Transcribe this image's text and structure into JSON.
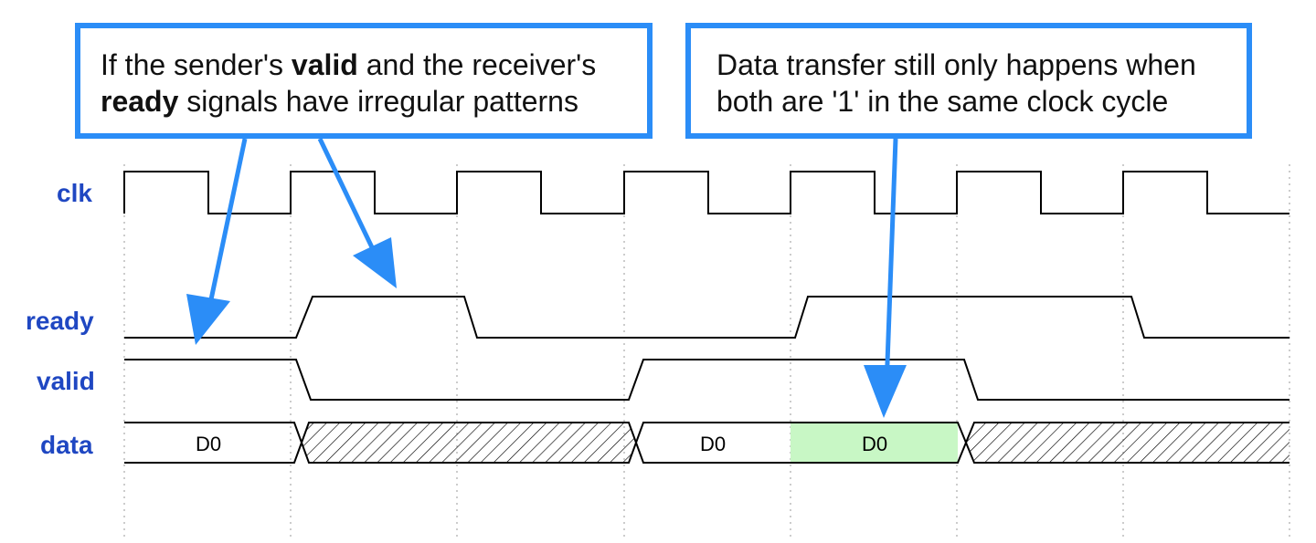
{
  "callouts": {
    "left": {
      "line1_pre": "If the sender's ",
      "line1_bold": "valid",
      "line1_post": " and the receiver's",
      "line2_bold": "ready",
      "line2_post": " signals have irregular patterns"
    },
    "right": {
      "line1": "Data transfer still only happens when",
      "line2": "both are '1' in the same clock cycle"
    }
  },
  "signals": {
    "clk": "clk",
    "ready": "ready",
    "valid": "valid",
    "data": "data"
  },
  "data_segments": [
    {
      "label": "D0",
      "kind": "value"
    },
    {
      "label": "",
      "kind": "invalid"
    },
    {
      "label": "D0",
      "kind": "value"
    },
    {
      "label": "D0",
      "kind": "transfer"
    },
    {
      "label": "",
      "kind": "invalid"
    }
  ],
  "waveform": {
    "clock_cycles": 7,
    "ready_levels": [
      0,
      1,
      0,
      0,
      1,
      1,
      0
    ],
    "valid_levels": [
      1,
      0,
      0,
      1,
      1,
      0,
      0
    ]
  },
  "colors": {
    "accent": "#2b8df7",
    "label": "#1f47c2",
    "transfer_fill": "#c8f7c5"
  }
}
